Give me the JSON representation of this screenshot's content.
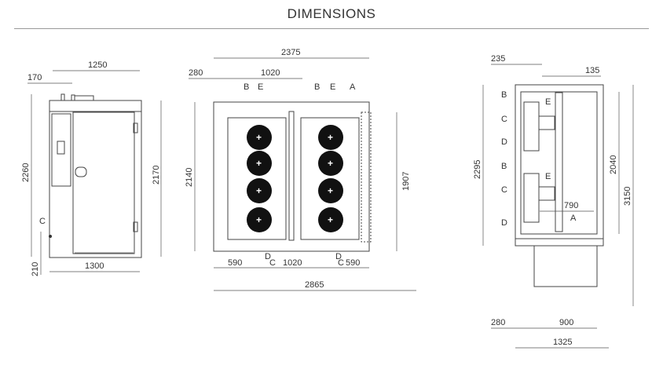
{
  "title": "DIMENSIONS",
  "front_view": {
    "dims": {
      "width_top": "1250",
      "offset_top": "170",
      "height_total": "2260",
      "height_body": "2170",
      "base": "210",
      "width_bottom": "1300"
    },
    "labels": {
      "c": "C"
    }
  },
  "side_view": {
    "dims": {
      "width_total": "2375",
      "offset_left": "280",
      "spacing_top": "1020",
      "height": "2140",
      "height_door": "1907",
      "bottom_left": "590",
      "bottom_mid": "1020",
      "bottom_right": "590",
      "width_overall": "2865"
    },
    "labels": {
      "b1": "B",
      "e1": "E",
      "b2": "B",
      "e2": "E",
      "a": "A",
      "c1": "C",
      "d1": "D",
      "c2": "C",
      "d2": "D"
    }
  },
  "top_view": {
    "dims": {
      "offset_235": "235",
      "offset_135": "135",
      "height_2295": "2295",
      "height_2040": "2040",
      "height_3150": "3150",
      "width_790": "790",
      "offset_280": "280",
      "width_900": "900",
      "width_1325": "1325"
    },
    "labels": {
      "b1": "B",
      "c1": "C",
      "d1": "D",
      "e1": "E",
      "b2": "B",
      "c2": "C",
      "d2": "D",
      "e2": "E",
      "a": "A"
    }
  }
}
